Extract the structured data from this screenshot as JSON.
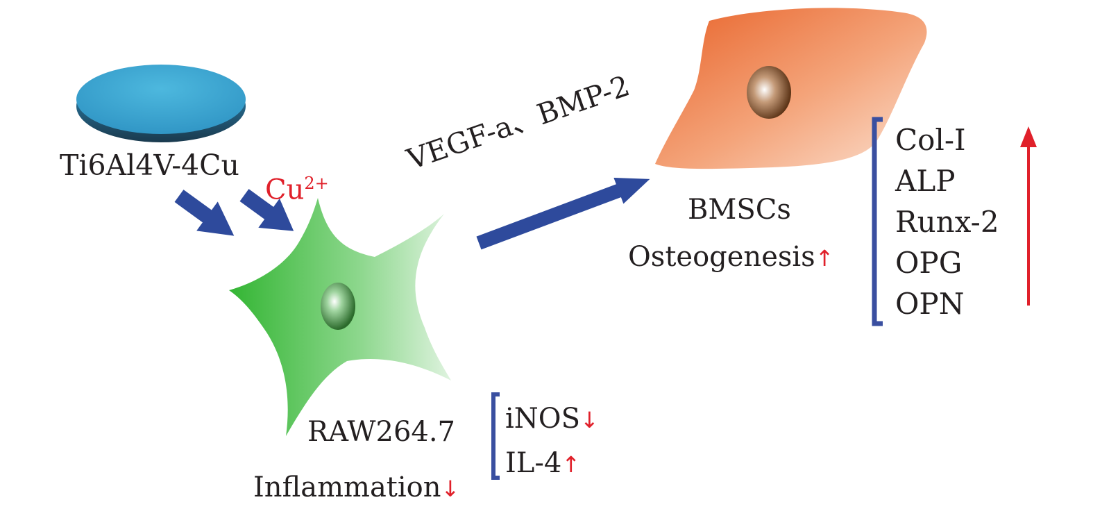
{
  "labels": {
    "material": "Ti6Al4V-4Cu",
    "ion_base": "Cu",
    "ion_charge": "2+",
    "factors": "VEGF-a、BMP-2",
    "bmsc": "BMSCs",
    "osteogenesis": "Osteogenesis",
    "raw": "RAW264.7",
    "inflammation": "Inflammation",
    "up_arrow": "↑",
    "down_arrow": "↓"
  },
  "osteo_markers": [
    "Col-Ⅰ",
    "ALP",
    "Runx-2",
    "OPG",
    "OPN"
  ],
  "inflam_markers": [
    {
      "name": "iNOS",
      "arrow": "↓"
    },
    {
      "name": "IL-4",
      "arrow": "↑"
    }
  ],
  "colors": {
    "text": "#231f20",
    "red": "#e0202a",
    "blue_arrow": "#2e4a9c",
    "bracket": "#3a4fa0",
    "disc": "#3fa9d4",
    "macrophage": "#3cba3c",
    "bmsc_cell": "#ee7a3c"
  }
}
